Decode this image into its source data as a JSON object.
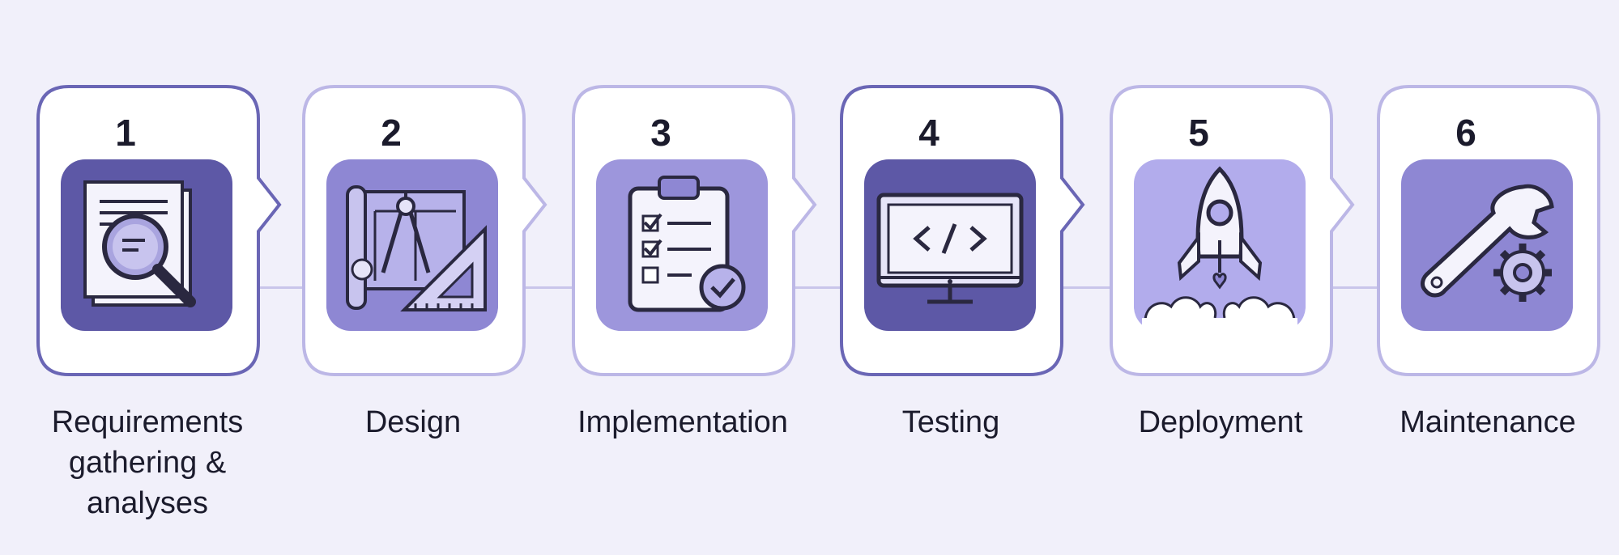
{
  "steps": [
    {
      "number": "1",
      "label": "Requirements gathering & analyses",
      "icon": "document-magnifier-icon",
      "tile_color": "#5d58a6"
    },
    {
      "number": "2",
      "label": "Design",
      "icon": "blueprint-compass-icon",
      "tile_color": "#8e87d3"
    },
    {
      "number": "3",
      "label": "Implementation",
      "icon": "clipboard-checklist-icon",
      "tile_color": "#9d96dc"
    },
    {
      "number": "4",
      "label": "Testing",
      "icon": "code-monitor-icon",
      "tile_color": "#5d58a6"
    },
    {
      "number": "5",
      "label": "Deployment",
      "icon": "rocket-icon",
      "tile_color": "#b2acec"
    },
    {
      "number": "6",
      "label": "Maintenance",
      "icon": "wrench-gear-icon",
      "tile_color": "#8e87d3"
    }
  ],
  "colors": {
    "background": "#f1f0fa",
    "card_border": "#bcb7e6",
    "card_border_dark": "#6a66b5",
    "icon_stroke": "#2a2840",
    "connector": "#c9c5ea"
  }
}
